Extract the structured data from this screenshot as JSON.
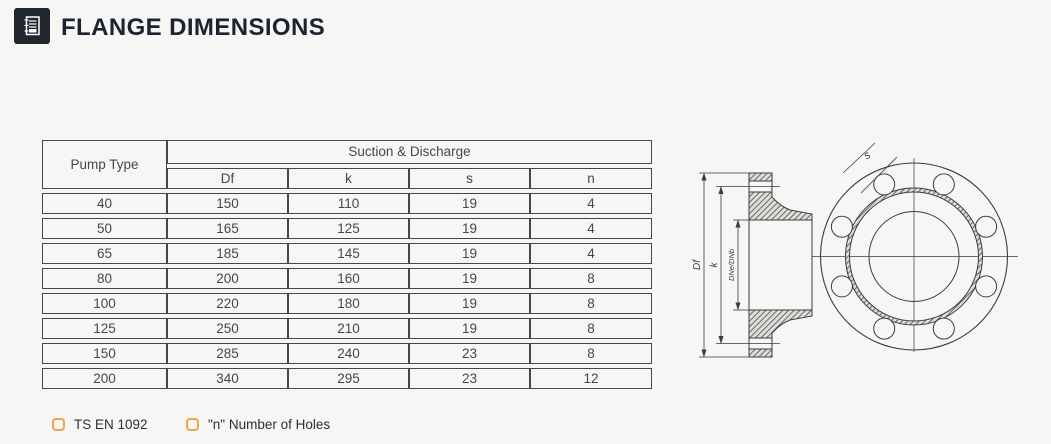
{
  "header": {
    "title": "FLANGE DIMENSIONS"
  },
  "table": {
    "corner_header": "Pump Type",
    "group_header": "Suction & Discharge",
    "sub_headers": [
      "Df",
      "k",
      "s",
      "n"
    ],
    "rows": [
      [
        "40",
        "150",
        "110",
        "19",
        "4"
      ],
      [
        "50",
        "165",
        "125",
        "19",
        "4"
      ],
      [
        "65",
        "185",
        "145",
        "19",
        "4"
      ],
      [
        "80",
        "200",
        "160",
        "19",
        "8"
      ],
      [
        "100",
        "220",
        "180",
        "19",
        "8"
      ],
      [
        "125",
        "250",
        "210",
        "19",
        "8"
      ],
      [
        "150",
        "285",
        "240",
        "23",
        "8"
      ],
      [
        "200",
        "340",
        "295",
        "23",
        "12"
      ]
    ]
  },
  "drawing": {
    "dim_labels": {
      "df": "Df",
      "k": "k",
      "bore": "DNe/DNb",
      "hole": "s"
    },
    "bolt_holes": 8
  },
  "footnotes": [
    {
      "label": "TS EN 1092"
    },
    {
      "label": "\"n\" Number of Holes"
    }
  ],
  "colors": {
    "accent": "#efa44a",
    "icon_bg": "#20262e",
    "title": "#1d2330",
    "table_border": "#474747",
    "line": "#3c3c3c",
    "background": "#f6f6f4"
  }
}
